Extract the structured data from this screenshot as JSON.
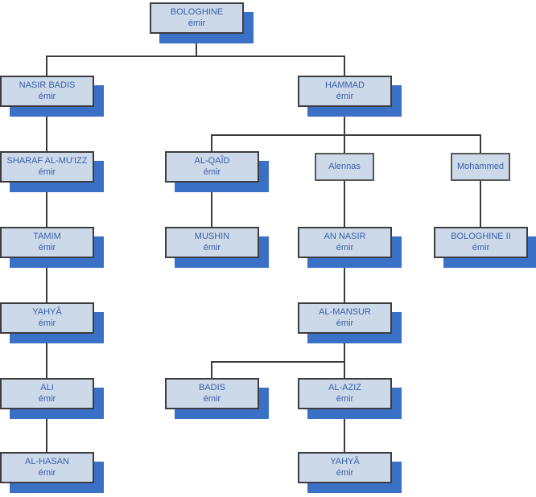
{
  "diagram": {
    "type": "family-tree",
    "description": "Genealogical tree of emirs"
  },
  "nodes": [
    {
      "name": "BOLOGHINE",
      "title": "émir",
      "parent": null
    },
    {
      "name": "NASIR BADIS",
      "title": "émir",
      "parent": "BOLOGHINE"
    },
    {
      "name": "HAMMAD",
      "title": "émir",
      "parent": "BOLOGHINE"
    },
    {
      "name": "SHARAF AL-MU'IZZ",
      "title": "émir",
      "parent": "NASIR BADIS"
    },
    {
      "name": "AL-QAÎD",
      "title": "émir",
      "parent": "HAMMAD"
    },
    {
      "name": "Alennas",
      "title": "",
      "parent": "HAMMAD"
    },
    {
      "name": "Mohammed",
      "title": "",
      "parent": "HAMMAD"
    },
    {
      "name": "TAMIM",
      "title": "émir",
      "parent": "SHARAF AL-MU'IZZ"
    },
    {
      "name": "MUSHIN",
      "title": "émir",
      "parent": "AL-QAÎD"
    },
    {
      "name": "AN NASIR",
      "title": "émir",
      "parent": "Alennas"
    },
    {
      "name": "BOLOGHINE II",
      "title": "émir",
      "parent": "Mohammed"
    },
    {
      "name": "YAHYÂ",
      "title": "émir",
      "parent": "TAMIM"
    },
    {
      "name": "AL-MANSUR",
      "title": "émir",
      "parent": "AN NASIR"
    },
    {
      "name": "ALI",
      "title": "émir",
      "parent": "YAHYÂ"
    },
    {
      "name": "BADIS",
      "title": "émir",
      "parent": "AL-MANSUR"
    },
    {
      "name": "AL-AZIZ",
      "title": "émir",
      "parent": "AL-MANSUR"
    },
    {
      "name": "AL-HASAN",
      "title": "émir",
      "parent": "ALI"
    },
    {
      "name": "YAHYÂ",
      "title": "émir",
      "parent": "AL-AZIZ"
    }
  ],
  "colors": {
    "background": "#ffffff",
    "box_fill": "#ccd9e8",
    "box_border": "#3d3d3f",
    "box_border_small": "#58595b",
    "shadow": "#3b70c7",
    "text": "#3a5fad",
    "line": "#3c3c3c"
  }
}
